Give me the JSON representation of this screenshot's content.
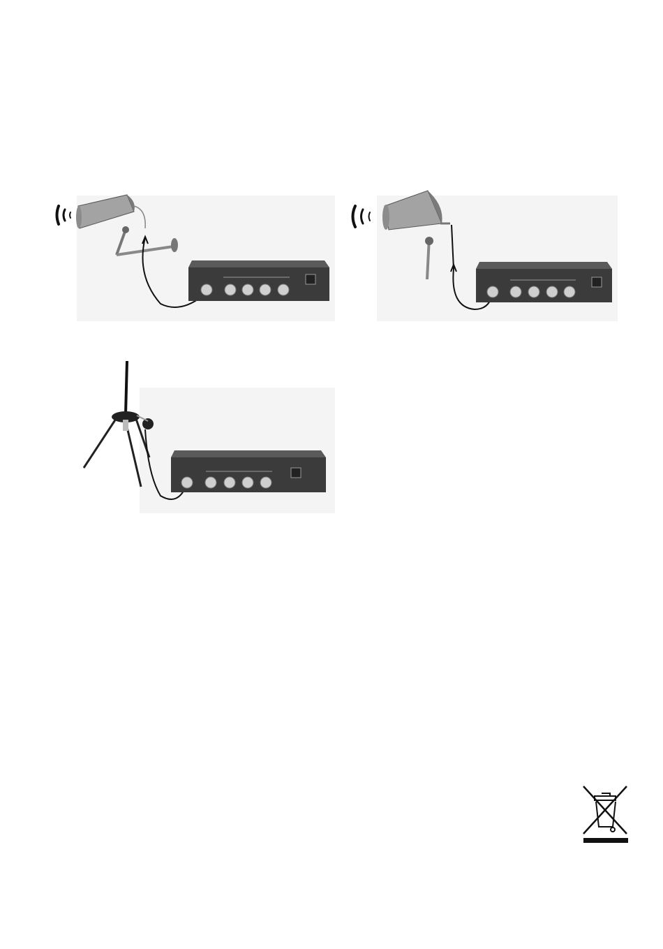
{
  "colors": {
    "device_body": "#3b3b3b",
    "device_top": "#5a5a5a",
    "antenna_cone": "#9a9a9a",
    "cable": "#1a1a1a",
    "background_panel": "#f1f1f1"
  },
  "figures": [
    {
      "id": "wall-mounted-directional-antenna",
      "icon": "directional-antenna-wall-icon"
    },
    {
      "id": "stand-mounted-directional-antenna",
      "icon": "directional-antenna-stand-icon"
    },
    {
      "id": "tripod-omni-antenna",
      "icon": "omni-antenna-tripod-icon"
    }
  ],
  "weee_symbol": {
    "icon": "crossed-out-wheelie-bin-icon"
  }
}
